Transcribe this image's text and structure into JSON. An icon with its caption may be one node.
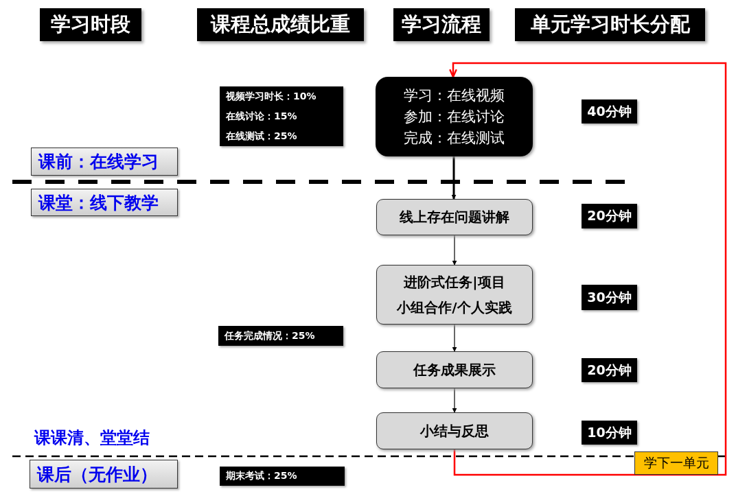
{
  "diagram": {
    "nodes": [
      {
        "text": [
          "学习时段"
        ]
      },
      {
        "text": [
          "课程总成绩比重"
        ]
      },
      {
        "text": [
          "学习流程"
        ]
      },
      {
        "text": [
          "单元学习时长分配"
        ]
      },
      {
        "text": [
          "课前：在线学习"
        ]
      },
      {
        "text": [
          "课堂：线下教学"
        ]
      },
      {
        "text": [
          "课后（无作业）"
        ]
      },
      {
        "text": [
          "视频学习时长：10%",
          "在线讨论：15%",
          "在线测试：25%"
        ]
      },
      {
        "text": [
          "任务完成情况：25%"
        ]
      },
      {
        "text": [
          "期末考试：25%"
        ]
      },
      {
        "text": [
          "学习：在线视频",
          "参加：在线讨论",
          "完成：在线测试"
        ]
      },
      {
        "text": [
          "线上存在问题讲解"
        ]
      },
      {
        "text": [
          "进阶式任务|项目",
          "小组合作/个人实践"
        ]
      },
      {
        "text": [
          "任务成果展示"
        ]
      },
      {
        "text": [
          "小结与反思"
        ]
      },
      {
        "text": [
          "40分钟"
        ]
      },
      {
        "text": [
          "20分钟"
        ]
      },
      {
        "text": [
          "30分钟"
        ]
      },
      {
        "text": [
          "20分钟"
        ]
      },
      {
        "text": [
          "10分钟"
        ]
      }
    ],
    "edges": [
      {
        "from": 10,
        "to": 11,
        "arrow": "to",
        "style": "thick"
      },
      {
        "from": 11,
        "to": 12,
        "arrow": "to"
      },
      {
        "from": 12,
        "to": 13,
        "arrow": "to"
      },
      {
        "from": 13,
        "to": 14,
        "arrow": "to"
      },
      {
        "from": 14,
        "to": 10,
        "arrow": "to",
        "color": "#ff0000",
        "label": "学下一单元"
      }
    ],
    "labels": [
      "课课清、堂堂结"
    ]
  }
}
